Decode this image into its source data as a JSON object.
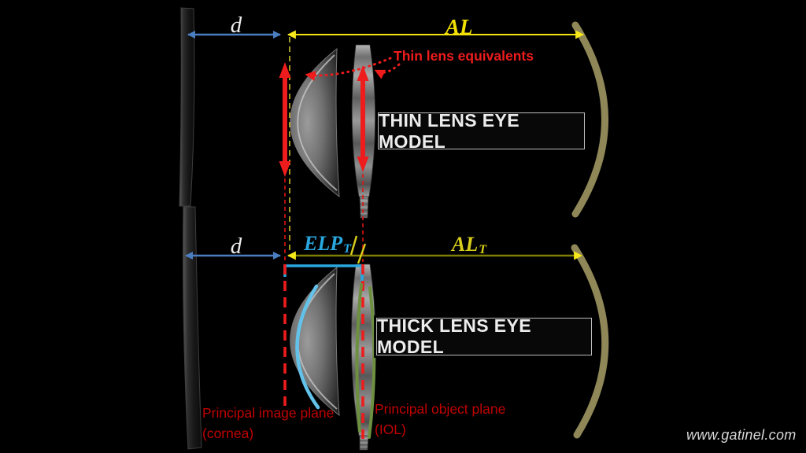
{
  "watermark": "www.gatinel.com",
  "colors": {
    "background": "#000000",
    "bright_red": "#ee1c1c",
    "dark_red": "#c00000",
    "yellow": "#f2e000",
    "olive_yellow": "#7e7e06",
    "gold": "#d9ce1b",
    "blue_arrow": "#4a7ec0",
    "cyan": "#29a8e0",
    "sky_cyan": "#63c2ea",
    "green": "#6d9040",
    "khaki_retina": "#8f8757",
    "text_white": "#ededed"
  },
  "thin_model": {
    "title": "THIN LENS EYE MODEL",
    "d_label": "d",
    "axial_length_label": "AL",
    "annotation": "Thin lens equivalents"
  },
  "thick_model": {
    "title": "THICK LENS EYE MODEL",
    "d_label": "d",
    "axial_length_label": "AL",
    "axial_length_sub": "T",
    "elp_label": "ELP",
    "elp_sub": "T",
    "principal_image_plane_line1": "Principal image plane",
    "principal_image_plane_line2": "(cornea)",
    "principal_object_plane_line1": "Principal object plane",
    "principal_object_plane_line2": "(IOL)"
  }
}
